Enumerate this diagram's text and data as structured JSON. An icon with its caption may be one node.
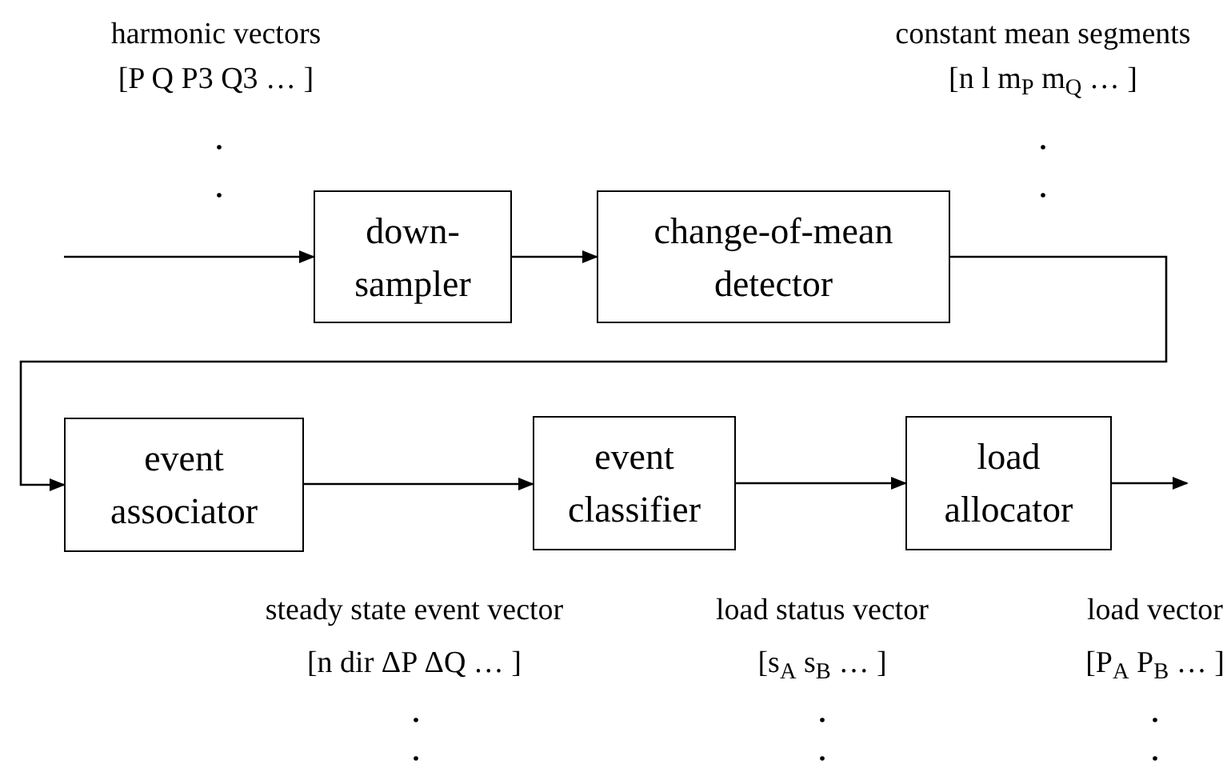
{
  "diagram": {
    "nodes": [
      {
        "text": [
          "down- sampler"
        ]
      },
      {
        "text": [
          "change-of-mean detector"
        ]
      },
      {
        "text": [
          "event associator"
        ]
      },
      {
        "text": [
          "event classifier"
        ]
      },
      {
        "text": [
          "load allocator"
        ]
      }
    ],
    "edges": [
      {
        "from": null,
        "to": 0,
        "arrow": "to"
      },
      {
        "from": 0,
        "to": 1,
        "arrow": "to"
      },
      {
        "from": 1,
        "to": 2,
        "arrow": "to"
      },
      {
        "from": 2,
        "to": 3,
        "arrow": "to"
      },
      {
        "from": 3,
        "to": 4,
        "arrow": "to"
      },
      {
        "from": 4,
        "to": null,
        "arrow": "to"
      }
    ],
    "labels": [
      "harmonic vectors",
      "[P Q P3 Q3 … ]",
      "constant mean segments",
      "[n l m$_{P}$ m$_{Q}$ … ]",
      "steady state event vector",
      "[n dir ΔP ΔQ … ]",
      "load status vector",
      "[s$_{A}$ s$_{B}$ … ]",
      "load vector",
      "[P$_{A}$ P$_{B}$ … ]"
    ]
  }
}
